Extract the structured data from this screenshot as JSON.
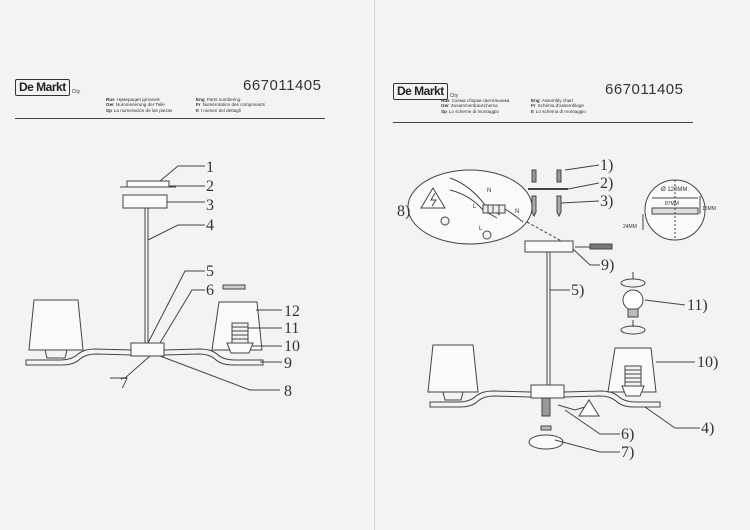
{
  "left_page": {
    "brand": {
      "name": "De Markt",
      "sub": "City"
    },
    "product_code": "667011405",
    "languages": [
      {
        "code": "Rus",
        "text": "Нумерация деталей"
      },
      {
        "code": "Ger",
        "text": "Nummerierung der Teile"
      },
      {
        "code": "Sp",
        "text": "La numeración de las piezas"
      },
      {
        "code": "Eng",
        "text": "Parts numbering"
      },
      {
        "code": "Fr",
        "text": "Numérotation des composants"
      },
      {
        "code": "It",
        "text": "I numeri del dettagli"
      }
    ],
    "callouts": [
      "1",
      "2",
      "3",
      "4",
      "5",
      "6",
      "12",
      "11",
      "10",
      "9",
      "7",
      "8"
    ]
  },
  "right_page": {
    "brand": {
      "name": "De Markt",
      "sub": "City"
    },
    "product_code": "667011405",
    "languages": [
      {
        "code": "Rus",
        "text": "Схема сборки светильника"
      },
      {
        "code": "Ger",
        "text": "Zusammenbauschema"
      },
      {
        "code": "Sp",
        "text": "Lo scheme di montaggio"
      },
      {
        "code": "Eng",
        "text": "Assembly chart"
      },
      {
        "code": "Fr",
        "text": "Schéma d'assemblage"
      },
      {
        "code": "It",
        "text": "Lo schema di montaggio"
      }
    ],
    "callouts": [
      "1)",
      "2)",
      "3)",
      "8)",
      "9)",
      "5)",
      "11)",
      "10)",
      "4)",
      "6)",
      "7)"
    ],
    "dimensions": {
      "diameter": "Ø 120MM",
      "width": "87MM",
      "height": "15MM",
      "depth": "24MM"
    },
    "wire_labels": [
      "N",
      "L",
      "N",
      "L"
    ]
  }
}
